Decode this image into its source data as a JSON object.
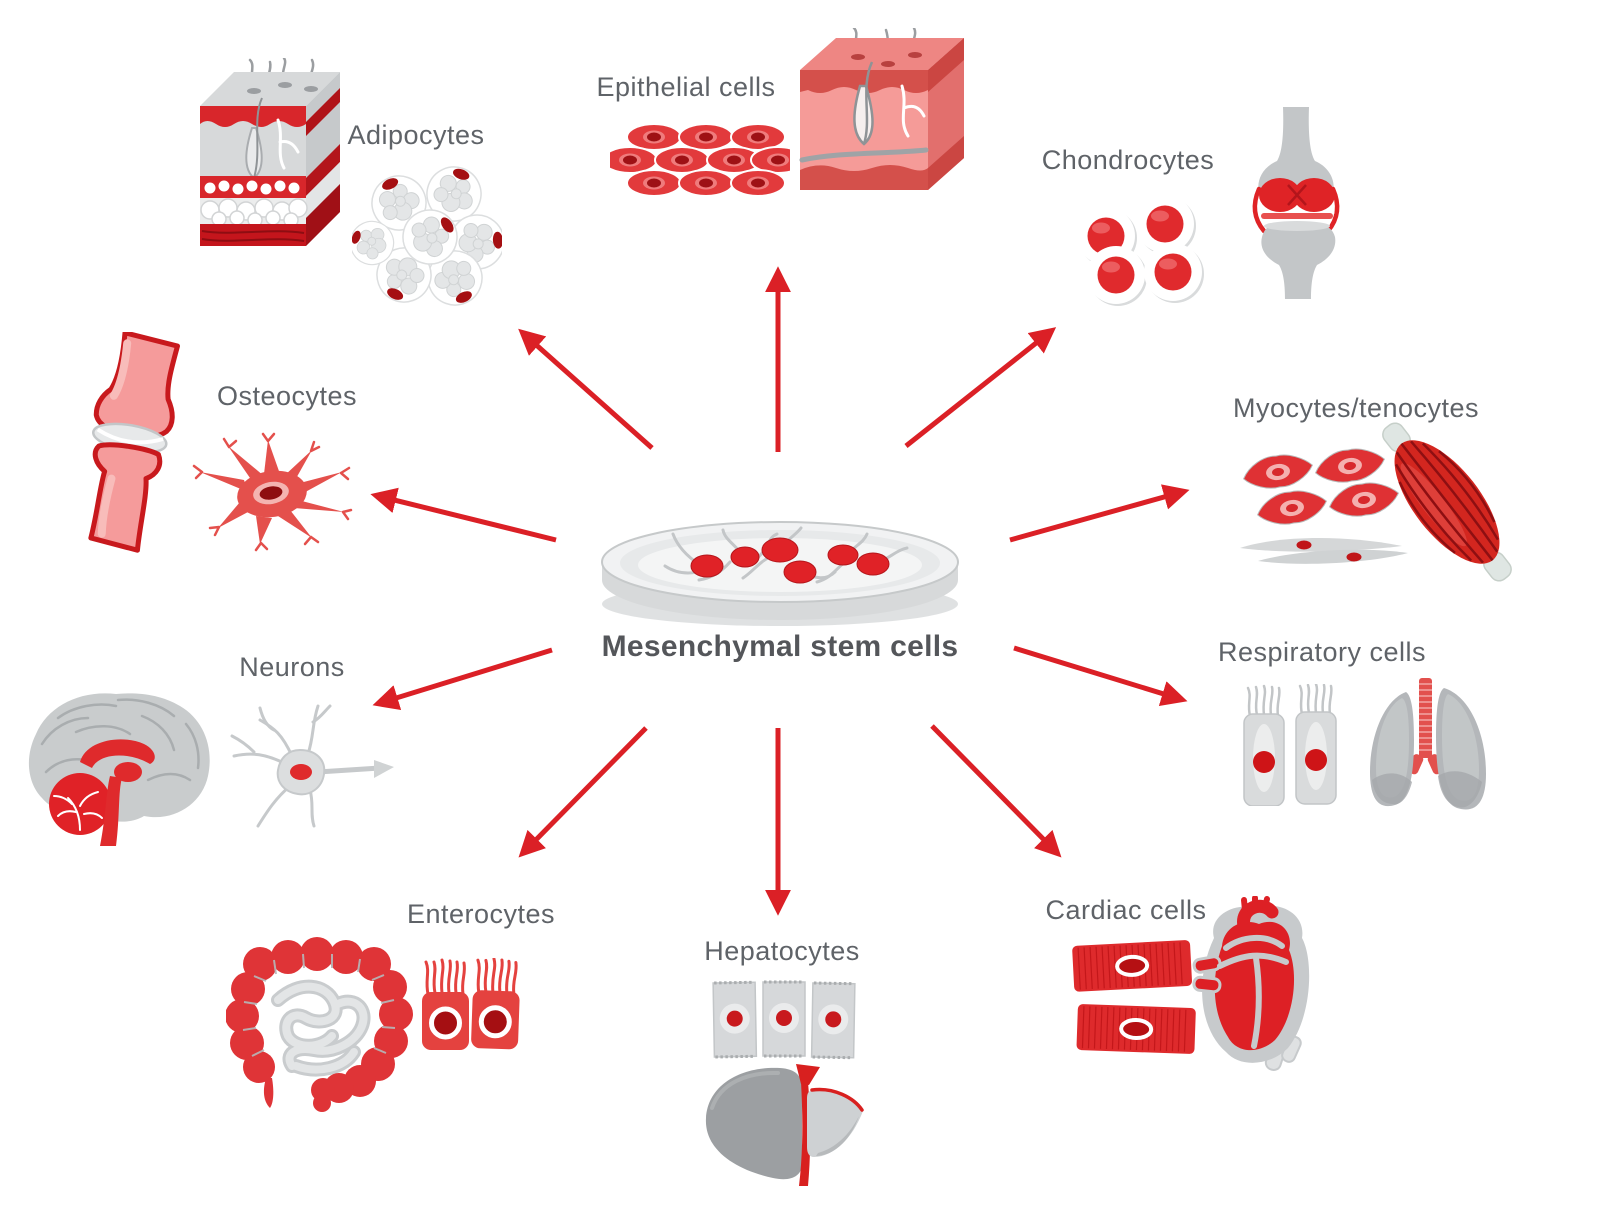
{
  "title": "Mesenchymal stem cell differentiation diagram",
  "colors": {
    "accent_red": "#DB2026",
    "dark_red": "#A00F14",
    "light_gray": "#D6D8DA",
    "mid_gray": "#B4B7BA",
    "label_text": "#5F6368",
    "title_text": "#54565A",
    "background": "#FFFFFF"
  },
  "center": {
    "label": "Mesenchymal stem cells",
    "icon": "petri-dish-stem-cells-icon"
  },
  "cell_types": [
    {
      "label": "Adipocytes",
      "icons": [
        "skin-fat-tissue-icon",
        "adipocyte-cells-icon"
      ]
    },
    {
      "label": "Epithelial cells",
      "icons": [
        "epithelial-cell-sheet-icon",
        "skin-block-icon"
      ]
    },
    {
      "label": "Chondrocytes",
      "icons": [
        "chondrocyte-cells-icon",
        "knee-joint-icon"
      ]
    },
    {
      "label": "Myocytes/tenocytes",
      "icons": [
        "myocyte-tenocyte-cells-icon",
        "muscle-icon"
      ]
    },
    {
      "label": "Respiratory cells",
      "icons": [
        "ciliated-cells-icon",
        "lungs-icon"
      ]
    },
    {
      "label": "Cardiac cells",
      "icons": [
        "cardiomyocyte-cells-icon",
        "heart-icon"
      ]
    },
    {
      "label": "Hepatocytes",
      "icons": [
        "hepatocyte-cells-icon",
        "liver-icon"
      ]
    },
    {
      "label": "Enterocytes",
      "icons": [
        "intestines-icon",
        "enterocyte-cells-icon"
      ]
    },
    {
      "label": "Neurons",
      "icons": [
        "brain-icon",
        "neuron-icon"
      ]
    },
    {
      "label": "Osteocytes",
      "icons": [
        "bone-joint-icon",
        "osteocyte-cell-icon"
      ]
    }
  ],
  "arrow_count": 10
}
